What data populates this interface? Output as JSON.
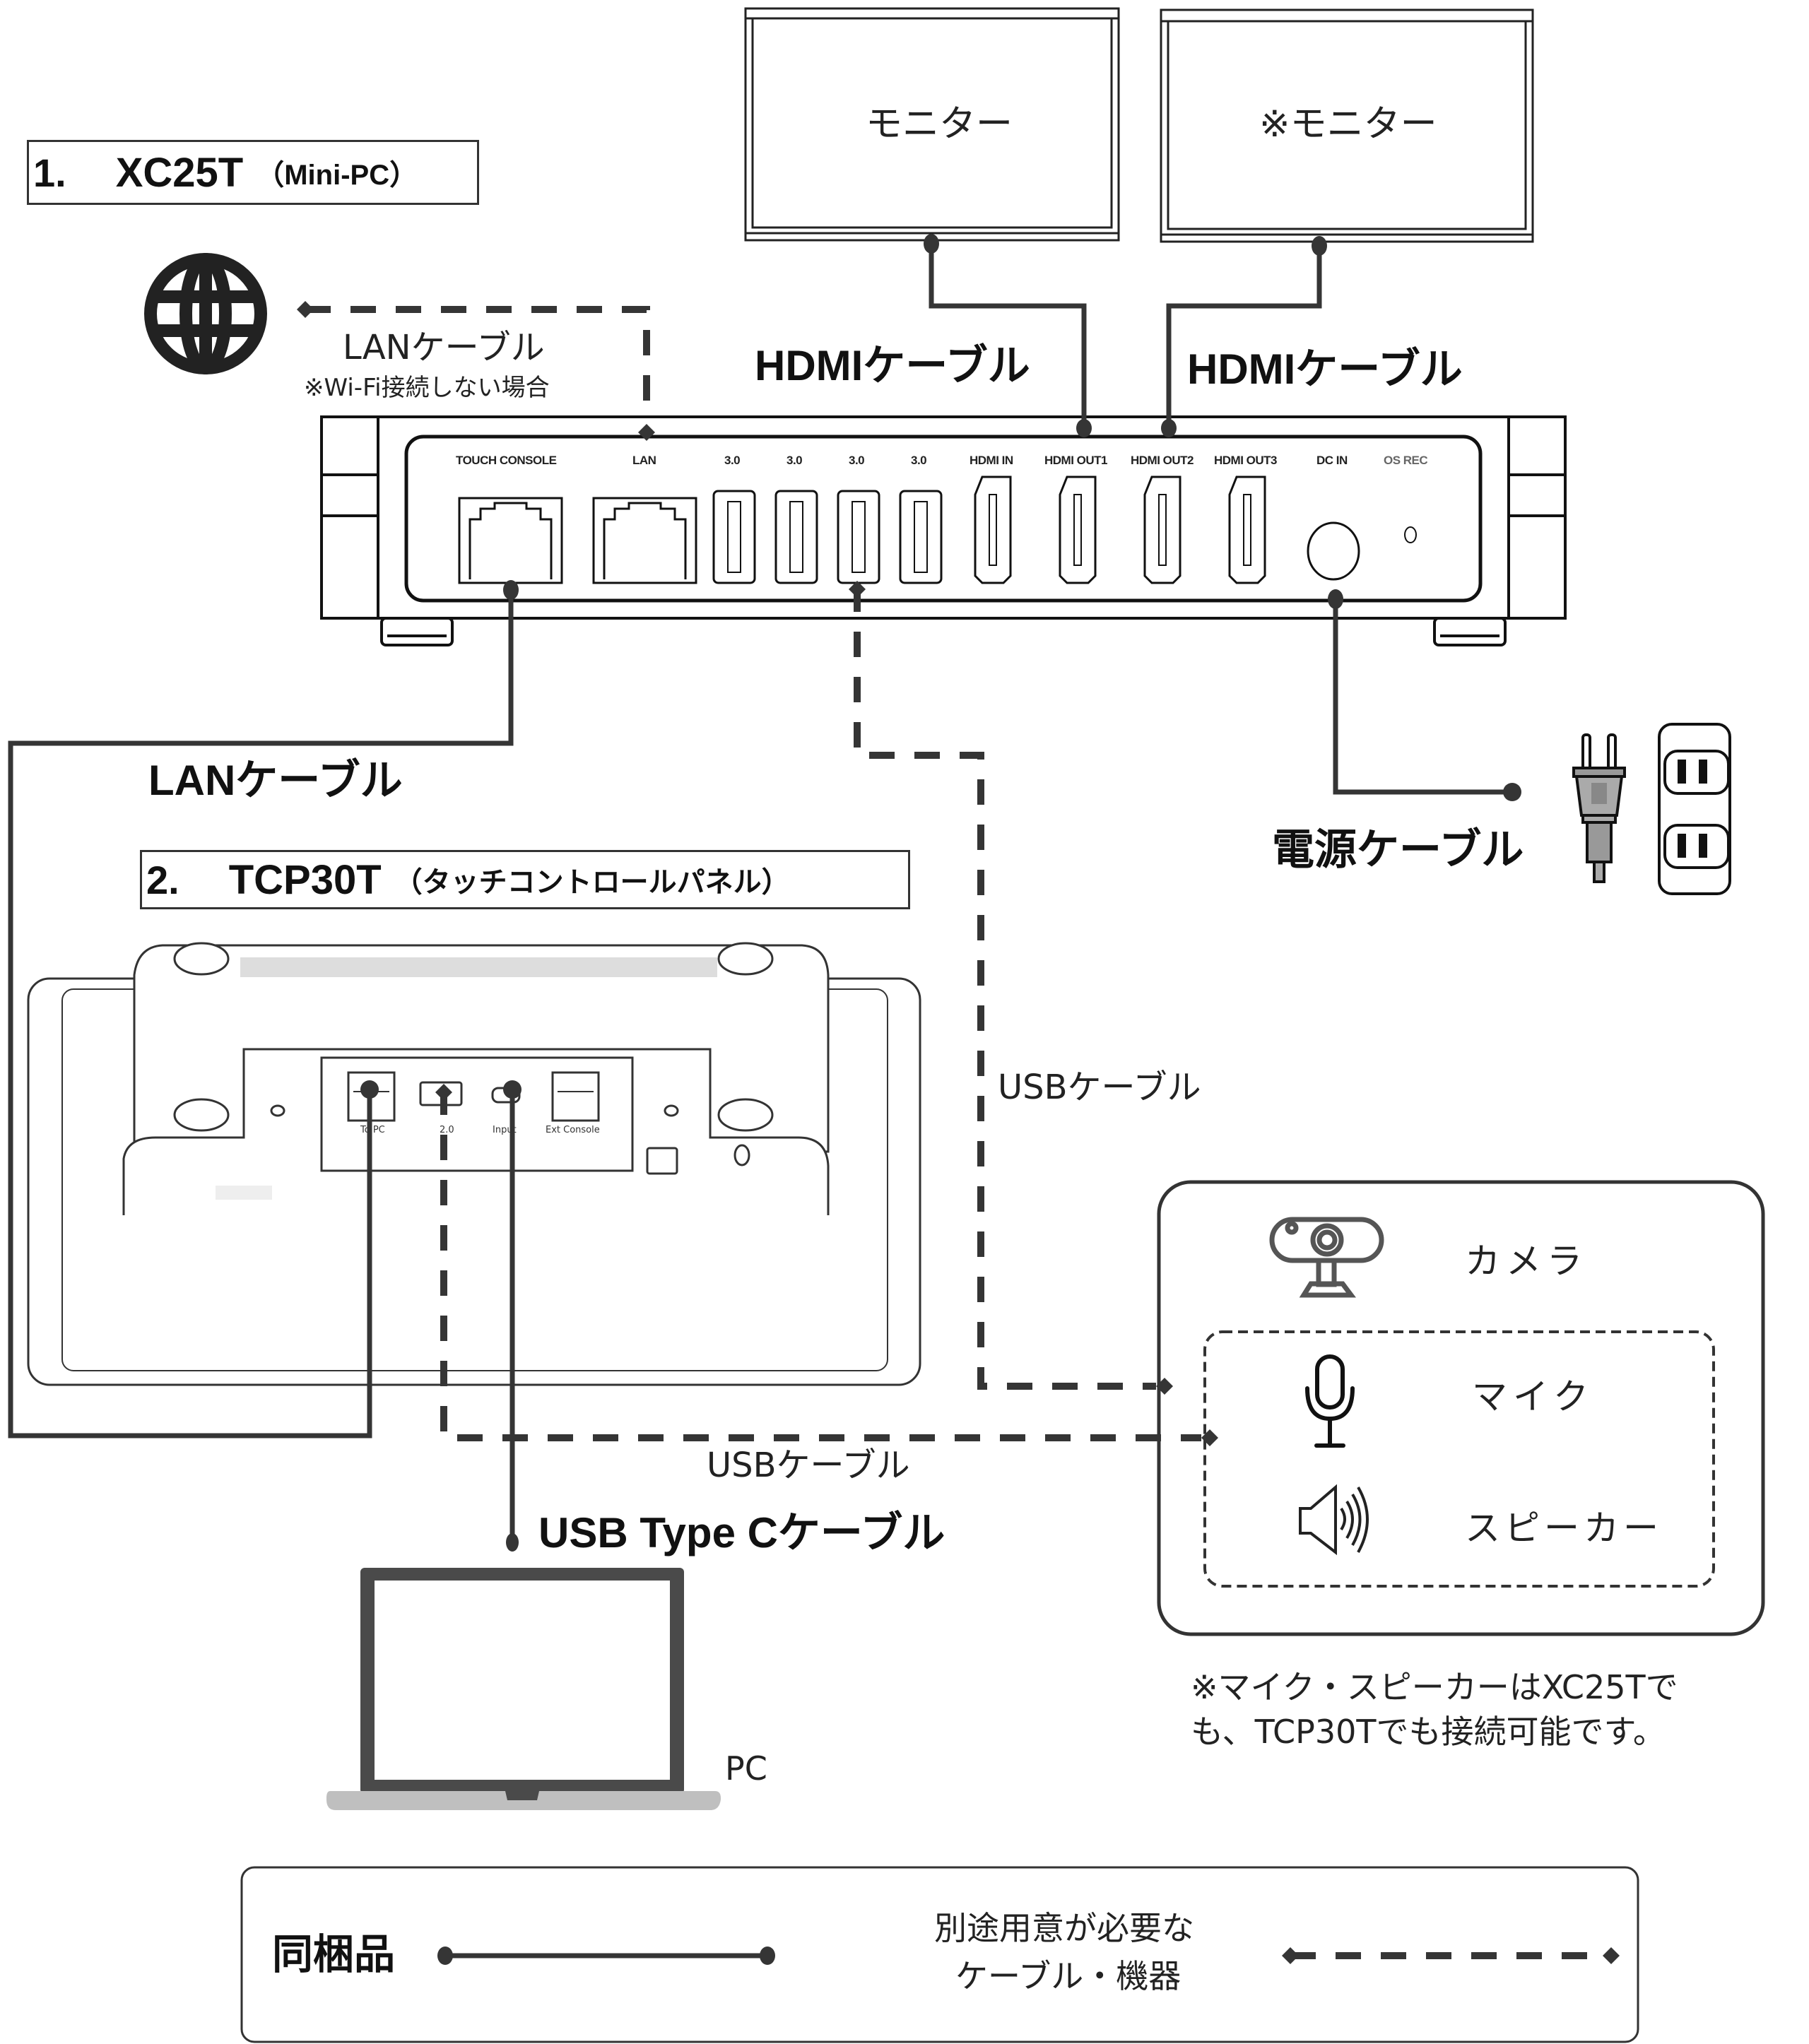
{
  "sections": {
    "xc25t": {
      "number": "1.",
      "name": "XC25T",
      "subtitle": "（Mini-PC）"
    },
    "tcp30t": {
      "number": "2.",
      "name": "TCP30T",
      "subtitle": "（タッチコントロールパネル）"
    }
  },
  "monitors": [
    {
      "label": "モニター"
    },
    {
      "label": "※モニター"
    }
  ],
  "xc25t_ports": [
    "TOUCH CONSOLE",
    "LAN",
    "3.0",
    "3.0",
    "3.0",
    "3.0",
    "HDMI IN",
    "HDMI OUT1",
    "HDMI OUT2",
    "HDMI OUT3",
    "DC IN",
    "OS REC"
  ],
  "tcp30t_ports": [
    "To PC",
    "2.0",
    "Input",
    "Ext Console"
  ],
  "cables": {
    "internet_lan": {
      "label": "LANケーブル",
      "note": "※Wi-Fi接続しない場合",
      "type": "separate"
    },
    "hdmi_1": {
      "label": "HDMIケーブル",
      "type": "included"
    },
    "hdmi_2": {
      "label": "HDMIケーブル",
      "type": "included"
    },
    "console_lan": {
      "label": "LANケーブル",
      "type": "included"
    },
    "power": {
      "label": "電源ケーブル",
      "type": "included"
    },
    "usb_xc25t": {
      "label": "USBケーブル",
      "type": "separate"
    },
    "usb_tcp30t": {
      "label": "USBケーブル",
      "type": "separate"
    },
    "usb_type_c": {
      "label": "USB Type Cケーブル",
      "type": "included"
    }
  },
  "peripherals": {
    "camera": "カメラ",
    "mic": "マイク",
    "speaker": "スピーカー",
    "note": [
      "※マイク・スピーカーはXC25Tで",
      "も、TCP30Tでも接続可能です。"
    ]
  },
  "pc": {
    "label": "PC"
  },
  "legend": {
    "included": "同梱品",
    "separate": [
      "別途用意が必要な",
      "ケーブル・機器"
    ]
  },
  "colors": {
    "line": "#353535",
    "frame": "#222222",
    "plug_gray": "#9a9a9a",
    "laptop_base": "#bfbfbf"
  }
}
